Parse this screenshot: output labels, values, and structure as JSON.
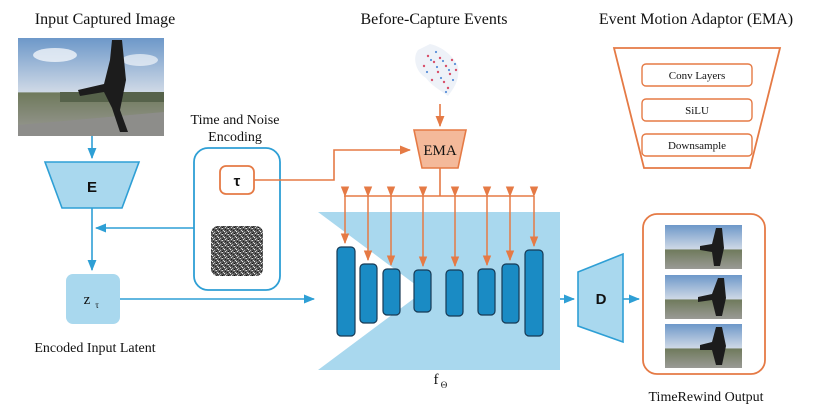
{
  "titles": {
    "input_image": "Input Captured Image",
    "events": "Before-Capture Events",
    "ema_adaptor": "Event Motion Adaptor (EMA)"
  },
  "encoder": {
    "label": "E"
  },
  "decoder": {
    "label": "D"
  },
  "time_noise": {
    "label_line1": "Time and Noise",
    "label_line2": "Encoding",
    "tau": "τ"
  },
  "latent": {
    "symbol": "z",
    "subscript": "τ",
    "caption": "Encoded Input Latent"
  },
  "ema": {
    "label": "EMA",
    "layers": [
      "Conv Layers",
      "SiLU",
      "Downsample"
    ]
  },
  "unet": {
    "caption_main": "f",
    "caption_sub": "Θ"
  },
  "output": {
    "caption": "TimeRewind Output"
  },
  "colors": {
    "blue_line": "#2e9fd5",
    "light_blue_fill": "#a9d8ee",
    "dark_blue_block": "#1a8bc4",
    "orange": "#e57a45",
    "orange_fill": "#f4b99a"
  }
}
